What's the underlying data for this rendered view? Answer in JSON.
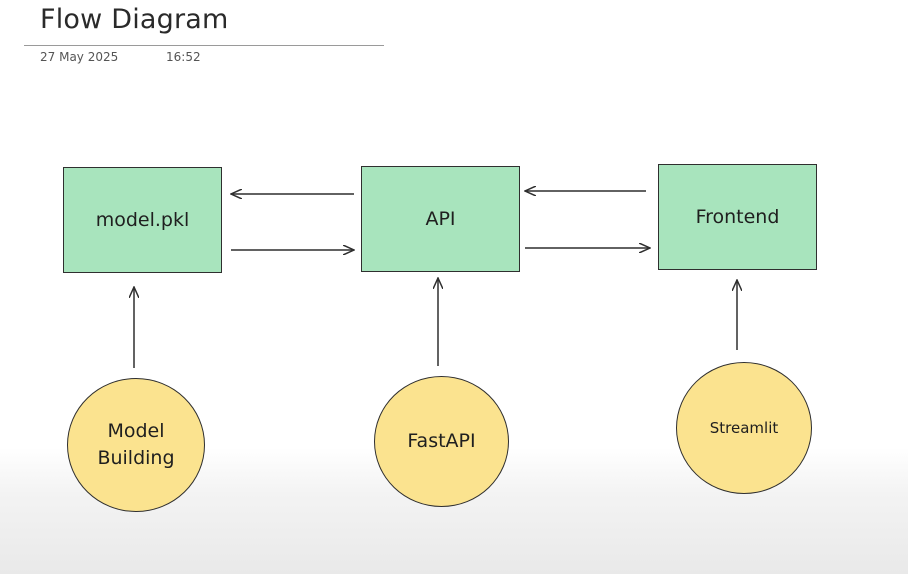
{
  "header": {
    "title": "Flow Diagram",
    "date": "27 May 2025",
    "time": "16:52"
  },
  "diagram": {
    "boxes": {
      "model": "model.pkl",
      "api": "API",
      "frontend": "Frontend"
    },
    "circles": {
      "model_building": "Model\nBuilding",
      "fastapi": "FastAPI",
      "streamlit": "Streamlit"
    },
    "colors": {
      "box_fill": "#a8e4bd",
      "circle_fill": "#fbe38f",
      "stroke": "#2f2f2f"
    }
  }
}
